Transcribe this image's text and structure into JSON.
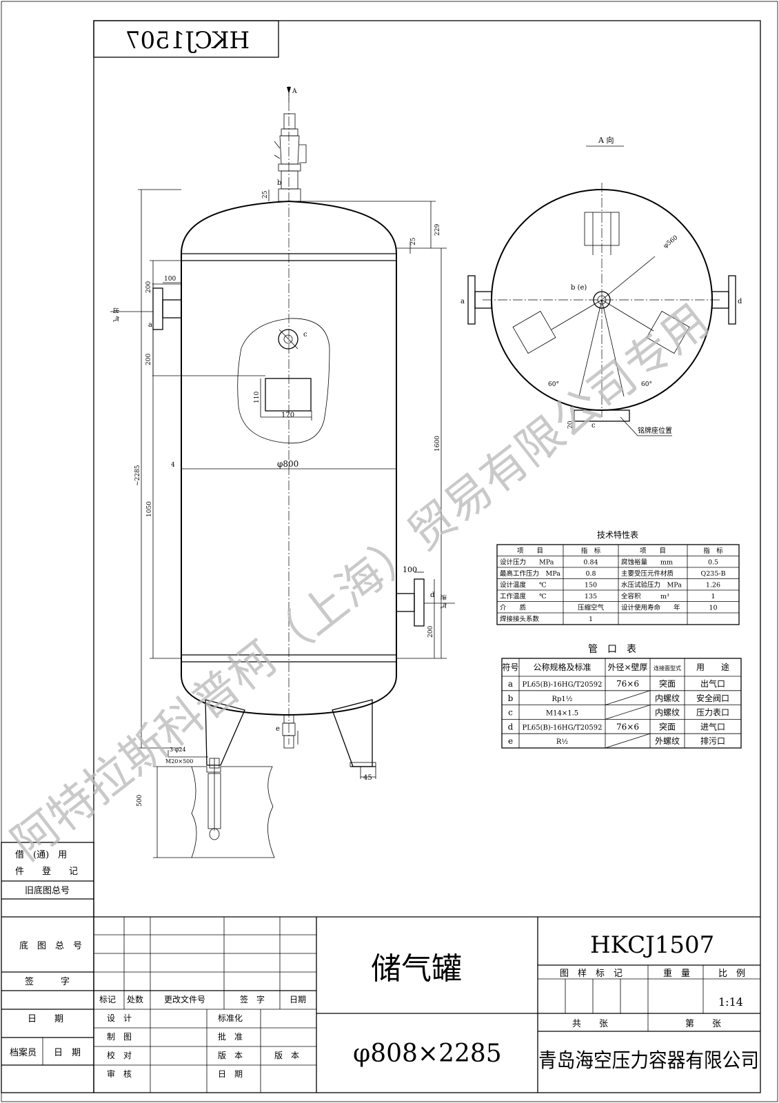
{
  "drawing_number": "HKCJ1507",
  "drawing_number_mirrored": "HKCJ1507",
  "title": "储气罐",
  "spec": "φ808×2285",
  "company": "青岛海空压力容器有限公司",
  "watermark": "阿特拉斯科普柯（上海）贸易有限公司专用",
  "view_labels": {
    "arrow_a": "A",
    "view_a": "A 向",
    "outlet_gas": "出 气",
    "inlet_gas": "进 气",
    "nameplate": "铭牌座位置"
  },
  "nozzle_letters": {
    "a": "a",
    "b": "b",
    "c": "c",
    "d": "d",
    "e": "e",
    "be": "b (e)"
  },
  "dimensions": {
    "d25a": "25",
    "d25b": "25",
    "d229": "229",
    "d100a": "100",
    "d200a": "200",
    "d200b": "200",
    "d110": "110",
    "d170": "170",
    "d1600": "1600",
    "d2285": "~2285",
    "d1050": "1050",
    "d4": "4",
    "dia800": "φ800",
    "d100b": "100",
    "d200c": "200",
    "d500": "500",
    "d45": "45",
    "bolt": "3-φ24",
    "bolt2": "M20×500",
    "d20": "20",
    "phi560": "φ560",
    "ang1": "60°",
    "ang2": "60°"
  },
  "tech_table": {
    "title": "技术特性表",
    "headers": [
      "项　　目",
      "指　标",
      "项　　目",
      "指　标"
    ],
    "rows": [
      [
        "设计压力　　MPa",
        "0.84",
        "腐蚀裕量　　mm",
        "0.5"
      ],
      [
        "最高工作压力　MPa",
        "0.8",
        "主要受压元件材质",
        "Q235-B"
      ],
      [
        "设计温度　　℃",
        "150",
        "水压试验压力　MPa",
        "1.26"
      ],
      [
        "工作温度　　℃",
        "135",
        "全容积　　　m³",
        "1"
      ],
      [
        "介　　质",
        "压缩空气",
        "设计使用寿命　　年",
        "10"
      ],
      [
        "焊接接头系数",
        "1",
        "",
        ""
      ]
    ]
  },
  "nozzle_table": {
    "title": "管　口　表",
    "headers": [
      "符号",
      "公称规格及标准",
      "外径×壁厚",
      "连接面型式",
      "用　　途"
    ],
    "rows": [
      [
        "a",
        "PL65(B)-16HG/T20592",
        "76×6",
        "突面",
        "出气口"
      ],
      [
        "b",
        "Rp1½",
        "",
        "内螺纹",
        "安全阀口"
      ],
      [
        "c",
        "M14×1.5",
        "",
        "内螺纹",
        "压力表口"
      ],
      [
        "d",
        "PL65(B)-16HG/T20592",
        "76×6",
        "突面",
        "进气口"
      ],
      [
        "e",
        "R½",
        "",
        "外螺纹",
        "排污口"
      ]
    ]
  },
  "left_block": {
    "borrow": "借　(通)　用",
    "reg": "件　　登　　记",
    "old_no": "旧底图总号",
    "base_no": "底　图　总　号",
    "sign": "签　　　字",
    "date": "日　　期",
    "archivist": "档案员",
    "date2": "日　期"
  },
  "title_block": {
    "mark": "标记",
    "count": "处数",
    "change_doc": "更改文件号",
    "sign": "签　字",
    "date": "日期",
    "design": "设　计",
    "draw": "制　图",
    "check": "校　对",
    "review": "审　核",
    "std": "标准化",
    "approve": "批　准",
    "version": "版　本",
    "version2": "版　本",
    "date3": "日　期",
    "pattern_mark": "图　样　标　记",
    "weight": "重　量",
    "scale": "比　例",
    "scale_val": "1:14",
    "total": "共　　张",
    "sheet": "第　　张"
  }
}
